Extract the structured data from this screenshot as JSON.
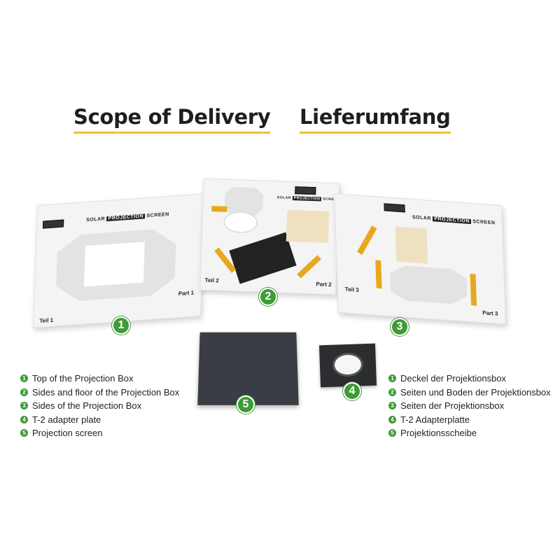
{
  "headings": {
    "en": "Scope of Delivery",
    "de": "Lieferumfang"
  },
  "colors": {
    "underline": "#f2c12e",
    "badge": "#3f9a38",
    "tape": "#e8a81c",
    "screen": "#3a3d44"
  },
  "product_label": {
    "solar": "SOLAR",
    "projection": "PROJECTION",
    "screen": "SCREEN"
  },
  "parts": [
    {
      "badge": "1",
      "part": "Part 1",
      "teil": "Teil 1"
    },
    {
      "badge": "2",
      "part": "Part 2",
      "teil": "Teil 2"
    },
    {
      "badge": "3",
      "part": "Part 3",
      "teil": "Teil 3"
    },
    {
      "badge": "4"
    },
    {
      "badge": "5"
    }
  ],
  "list_en": [
    {
      "num": "1",
      "text": "Top of the Projection Box"
    },
    {
      "num": "2",
      "text": "Sides and floor of the Projection Box"
    },
    {
      "num": "3",
      "text": "Sides of the Projection Box"
    },
    {
      "num": "4",
      "text": "T-2 adapter plate"
    },
    {
      "num": "5",
      "text": "Projection screen"
    }
  ],
  "list_de": [
    {
      "num": "1",
      "text": "Deckel der Projektionsbox"
    },
    {
      "num": "2",
      "text": "Seiten und Boden der Projektionsbox"
    },
    {
      "num": "3",
      "text": "Seiten der Projektionsbox"
    },
    {
      "num": "4",
      "text": "T-2 Adapterplatte"
    },
    {
      "num": "5",
      "text": "Projektionsscheibe"
    }
  ]
}
